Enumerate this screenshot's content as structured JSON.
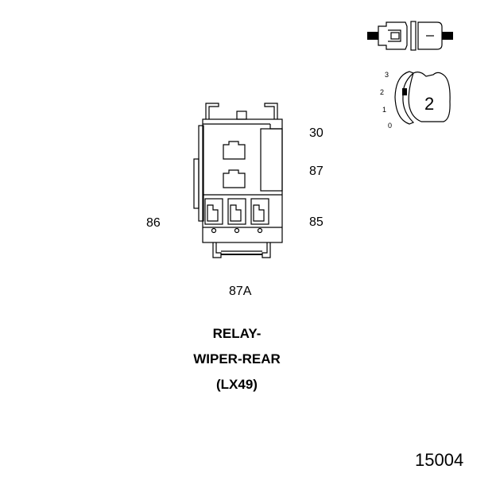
{
  "pins": {
    "p30": "30",
    "p87": "87",
    "p86": "86",
    "p85": "85",
    "p87a": "87A"
  },
  "component": {
    "line1": "RELAY-",
    "line2": "WIPER-REAR",
    "line3": "(LX49)"
  },
  "position_scale": {
    "marks": [
      "3",
      "2",
      "1",
      "0"
    ],
    "selected": "2"
  },
  "figure_number": "15004"
}
